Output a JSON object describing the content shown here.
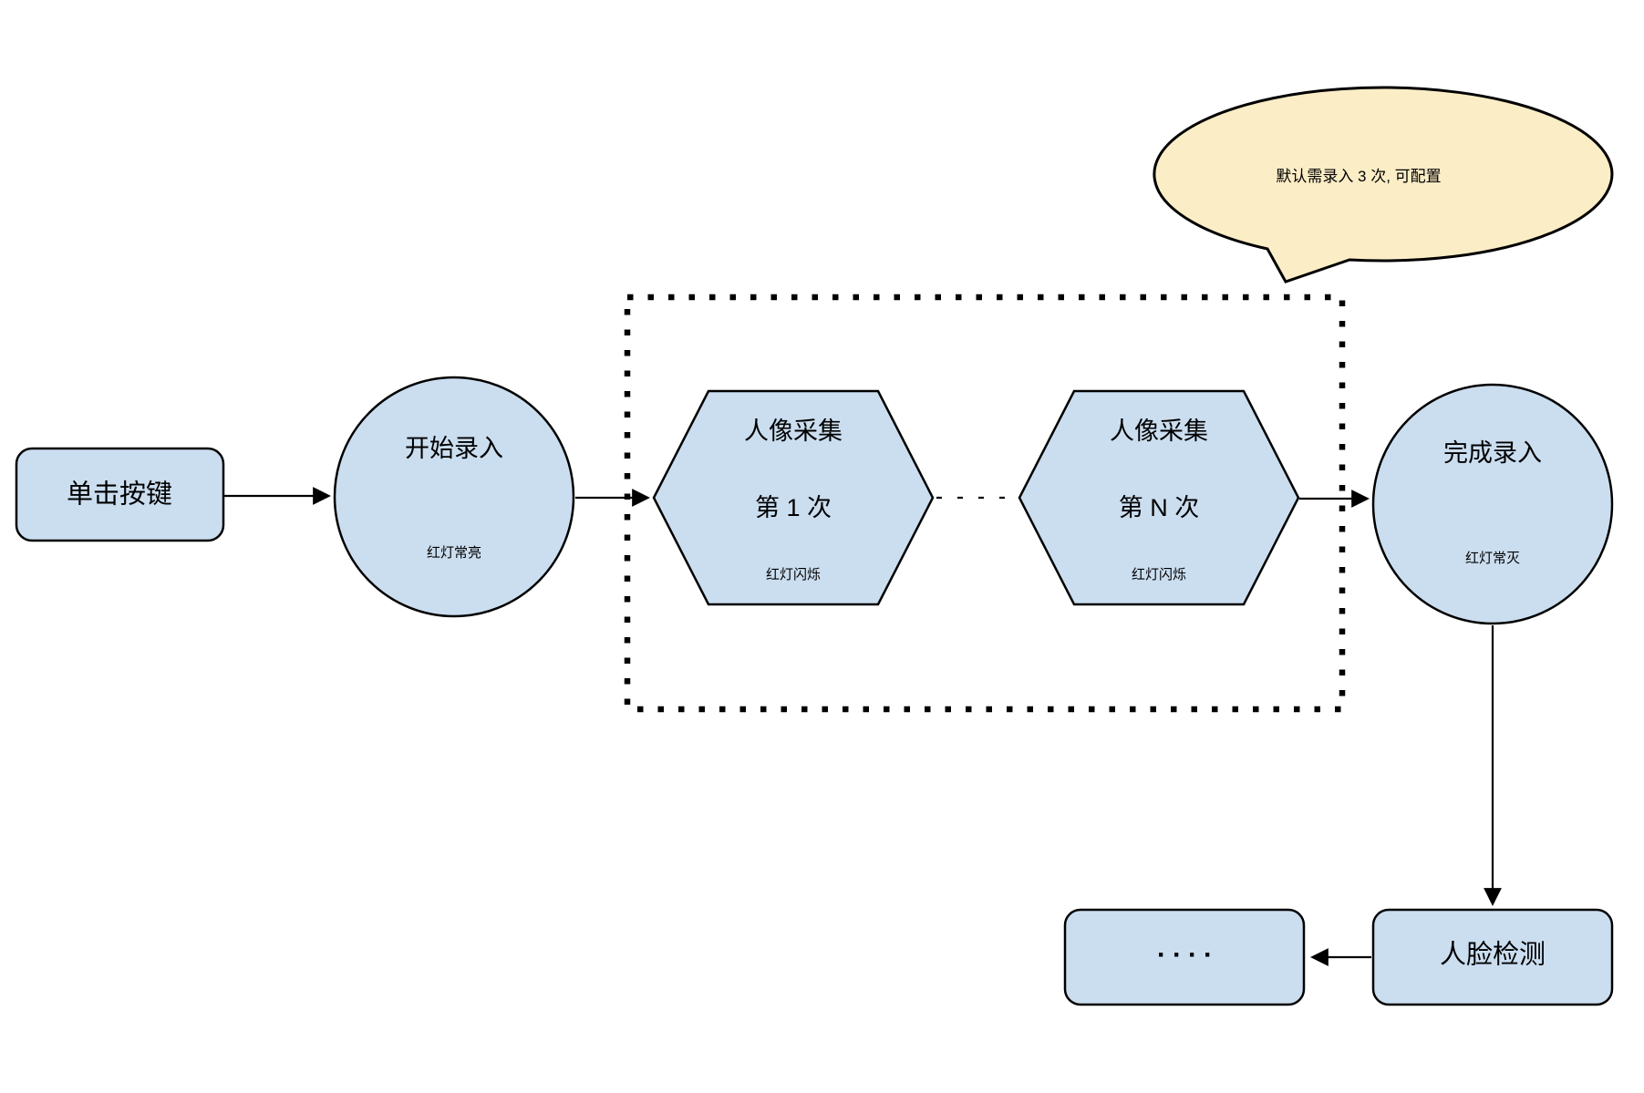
{
  "diagram": {
    "nodes": {
      "click_button": {
        "label": "单击按键"
      },
      "start_enroll": {
        "title": "开始录入",
        "subtitle": "红灯常亮"
      },
      "capture_first": {
        "title": "人像采集",
        "line2": "第 1 次",
        "subtitle": "红灯闪烁"
      },
      "capture_nth": {
        "title": "人像采集",
        "line2": "第 N 次",
        "subtitle": "红灯闪烁"
      },
      "finish_enroll": {
        "title": "完成录入",
        "subtitle": "红灯常灭"
      },
      "ellipsis_box": {
        "label": "····"
      },
      "face_detect": {
        "label": "人脸检测"
      }
    },
    "callout": {
      "text": "默认需录入 3 次, 可配置"
    },
    "connector_dots": "· · · ·",
    "colors": {
      "node_fill": "#CBDEF0",
      "callout_fill": "#FBEDC6",
      "stroke": "#000000",
      "background": "#FFFFFF"
    }
  }
}
